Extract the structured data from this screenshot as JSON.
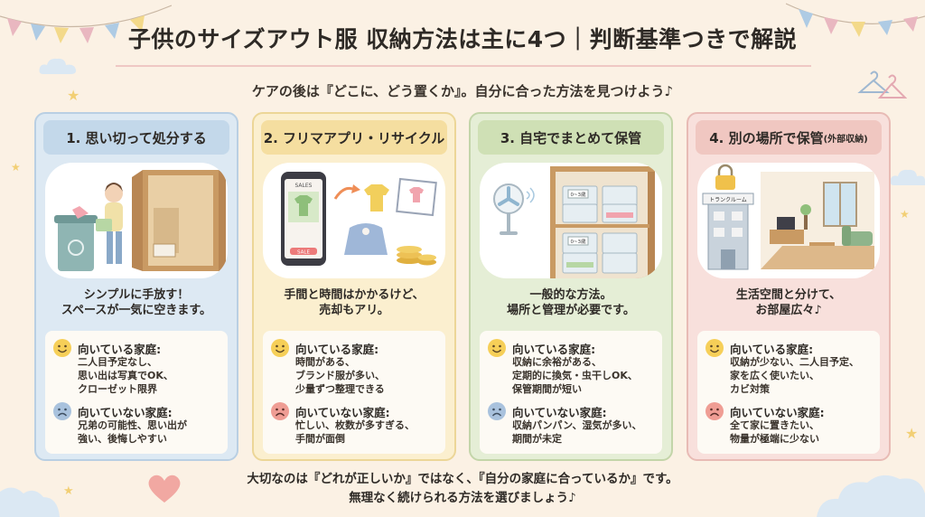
{
  "title": "子供のサイズアウト服 収納方法は主に4つ｜判断基準つきで解説",
  "subtitle": "ケアの後は『どこに、どう置くか』。自分に合った方法を見つけよう♪",
  "cards": [
    {
      "title": "1. 思い切って処分する",
      "title_small": "",
      "desc": [
        "シンプルに手放す！",
        "スペースが一気に空きます。"
      ],
      "good": {
        "label": "向いている家庭:",
        "lines": [
          "二人目予定なし、",
          "思い出は写真でOK、",
          "クローゼット限界"
        ]
      },
      "bad": {
        "label": "向いていない家庭:",
        "lines": [
          "兄弟の可能性、思い出が",
          "強い、後悔しやすい"
        ]
      },
      "colors": {
        "bg": "#dde9f3",
        "border": "#b9cfe3",
        "head": "#c3d8ea"
      },
      "bad_face": "blue"
    },
    {
      "title": "2. フリマアプリ・リサイクル",
      "title_small": "",
      "desc": [
        "手間と時間はかかるけど、",
        "売却もアリ。"
      ],
      "good": {
        "label": "向いている家庭:",
        "lines": [
          "時間がある、",
          "ブランド服が多い、",
          "少量ずつ整理できる"
        ]
      },
      "bad": {
        "label": "向いていない家庭:",
        "lines": [
          "忙しい、枚数が多すぎる、",
          "手間が面倒"
        ]
      },
      "colors": {
        "bg": "#fbefcf",
        "border": "#ecd697",
        "head": "#f5dea0"
      },
      "bad_face": "red"
    },
    {
      "title": "3. 自宅でまとめて保管",
      "title_small": "",
      "desc": [
        "一般的な方法。",
        "場所と管理が必要です。"
      ],
      "good": {
        "label": "向いている家庭:",
        "lines": [
          "収納に余裕がある、",
          "定期的に換気・虫干しOK、",
          "保管期間が短い"
        ]
      },
      "bad": {
        "label": "向いていない家庭:",
        "lines": [
          "収納パンパン、湿気が多い、",
          "期間が未定"
        ]
      },
      "colors": {
        "bg": "#e5eed6",
        "border": "#c3d5a9",
        "head": "#cfe0b5"
      },
      "bad_face": "blue"
    },
    {
      "title": "4. 別の場所で保管",
      "title_small": "(外部収納)",
      "desc": [
        "生活空間と分けて、",
        "お部屋広々♪"
      ],
      "good": {
        "label": "向いている家庭:",
        "lines": [
          "収納が少ない、二人目予定、",
          "家を広く使いたい、",
          "カビ対策"
        ]
      },
      "bad": {
        "label": "向いていない家庭:",
        "lines": [
          "全て家に置きたい、",
          "物量が極端に少ない"
        ]
      },
      "colors": {
        "bg": "#f8e0dc",
        "border": "#e8bbb5",
        "head": "#f0c7c1"
      },
      "bad_face": "red"
    }
  ],
  "illustrations": {
    "sales_label": "SALES",
    "sale_button": "SALE",
    "box_label": "0~3歳",
    "storage_sign": "トランクルーム"
  },
  "footer": [
    "大切なのは『どれが正しいか』ではなく、『自分の家庭に合っているか』です。",
    "無理なく続けられる方法を選びましょう♪"
  ],
  "icons": [
    "happy-face-icon",
    "sad-face-icon",
    "heart-icon",
    "star-icon",
    "cloud-icon",
    "hanger-icon",
    "recycle-icon",
    "lock-icon"
  ],
  "colors": {
    "background": "#fbf1e4",
    "text": "#2e2a26",
    "happy_face": "#f6cf58",
    "sad_face_blue": "#a9c2dd",
    "sad_face_red": "#ef9d94",
    "heart": "#f1a8a2"
  }
}
